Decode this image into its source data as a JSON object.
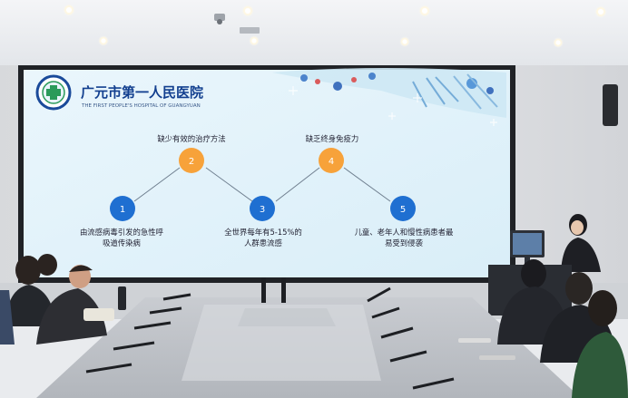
{
  "slide": {
    "hospital_name": "广元市第一人民医院",
    "hospital_name_en": "THE FIRST PEOPLE'S HOSPITAL OF GUANGYUAN",
    "nodes": [
      {
        "number": "1",
        "caption_lines": [
          "由流感病毒引发的急性呼",
          "吸道传染病"
        ]
      },
      {
        "number": "2",
        "caption_lines": [
          "缺少有效的治疗方法"
        ]
      },
      {
        "number": "3",
        "caption_lines": [
          "全世界每年有5-15%的",
          "人群患流感"
        ]
      },
      {
        "number": "4",
        "caption_lines": [
          "缺乏终身免疫力"
        ]
      },
      {
        "number": "5",
        "caption_lines": [
          "儿童、老年人和慢性病患者最",
          "易受到侵袭"
        ]
      }
    ]
  },
  "colors": {
    "node_blue": "#1f6fd1",
    "node_orange": "#f7a23a",
    "slide_bg": "#e6f4fb",
    "title_blue": "#123f8f"
  }
}
